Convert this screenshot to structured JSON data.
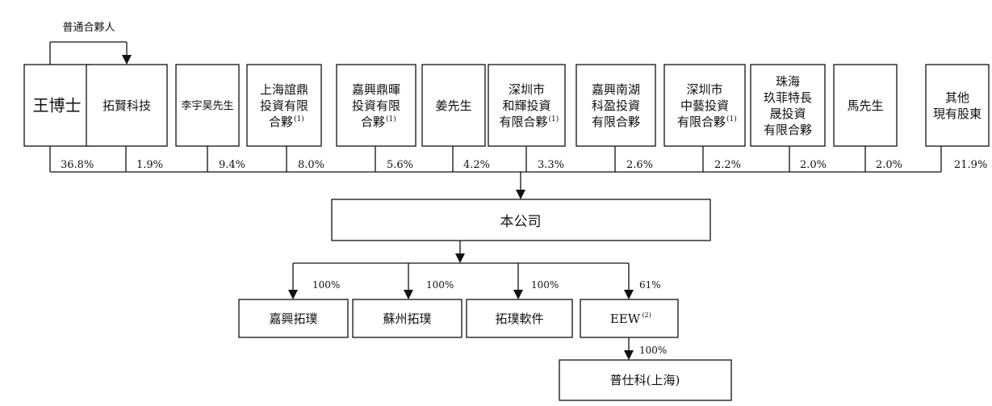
{
  "gp_label": "普通合夥人",
  "shareholders": [
    {
      "id": "wang",
      "lines": [
        "王博士"
      ],
      "pct": "36.8%"
    },
    {
      "id": "tuoxian",
      "lines": [
        "拓賢科技"
      ],
      "pct": "1.9%"
    },
    {
      "id": "li",
      "lines": [
        "李宇昊先生"
      ],
      "pct": "9.4%"
    },
    {
      "id": "shanghai-yiding",
      "lines": [
        "上海誼鼎",
        "投資有限",
        "合夥"
      ],
      "sup": "(1)",
      "pct": "8.0%"
    },
    {
      "id": "jiaxing-dinghui",
      "lines": [
        "嘉興鼎暉",
        "投資有限",
        "合夥"
      ],
      "sup": "(1)",
      "pct": "5.6%"
    },
    {
      "id": "jiang",
      "lines": [
        "姜先生"
      ],
      "pct": "4.2%"
    },
    {
      "id": "shenzhen-hehui",
      "lines": [
        "深圳市",
        "和輝投資",
        "有限合夥"
      ],
      "sup": "(1)",
      "pct": "3.3%"
    },
    {
      "id": "jiaxing-nanhu",
      "lines": [
        "嘉興南湖",
        "科盈投資",
        "有限合夥"
      ],
      "pct": "2.6%"
    },
    {
      "id": "shenzhen-zhongyi",
      "lines": [
        "深圳市",
        "中藝投資",
        "有限合夥"
      ],
      "sup": "(1)",
      "pct": "2.2%"
    },
    {
      "id": "zhuhai",
      "lines": [
        "珠海",
        "玖菲特長",
        "晟投資",
        "有限合夥"
      ],
      "pct": "2.0%"
    },
    {
      "id": "ma",
      "lines": [
        "馬先生"
      ],
      "pct": "2.0%"
    },
    {
      "id": "others",
      "lines": [
        "其他",
        "現有股東"
      ],
      "pct": "21.9%"
    }
  ],
  "company": "本公司",
  "subsidiaries": [
    {
      "id": "jiaxing-tuopu",
      "label": "嘉興拓璞",
      "pct": "100%"
    },
    {
      "id": "suzhou-tuopu",
      "label": "蘇州拓璞",
      "pct": "100%"
    },
    {
      "id": "tuopu-software",
      "label": "拓璞軟件",
      "pct": "100%"
    },
    {
      "id": "eew",
      "label": "EEW",
      "sup": "(2)",
      "pct": "61%"
    }
  ],
  "grandchild": {
    "label": "普仕科(上海)",
    "pct": "100%"
  }
}
